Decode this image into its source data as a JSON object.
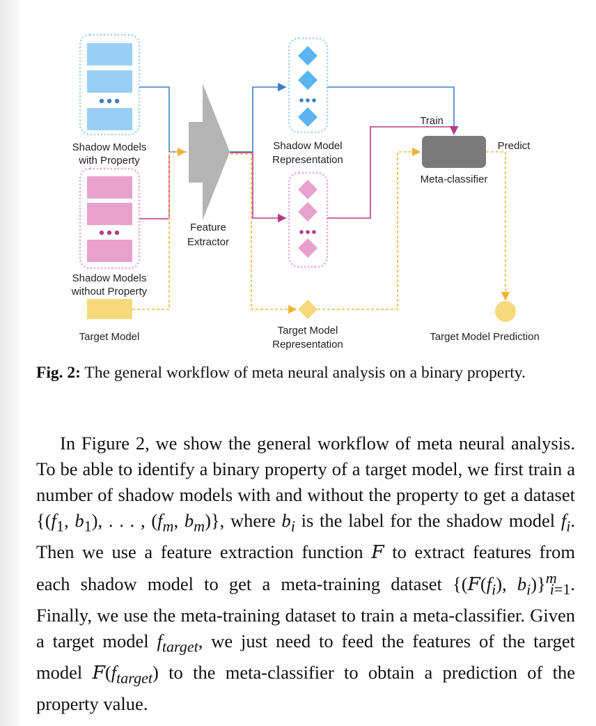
{
  "figure": {
    "labels": {
      "shadow_with": [
        "Shadow Models",
        "with Property"
      ],
      "shadow_without": [
        "Shadow Models",
        "without Property"
      ],
      "target_model": "Target Model",
      "feature_extractor": [
        "Feature",
        "Extractor"
      ],
      "shadow_repr": [
        "Shadow Model",
        "Representation"
      ],
      "target_repr": [
        "Target Model",
        "Representation"
      ],
      "train": "Train",
      "predict": "Predict",
      "meta_classifier": "Meta-classifier",
      "target_prediction": "Target Model Prediction"
    },
    "colors": {
      "blue_fill": "#99cff7",
      "blue_line": "#3a7fc4",
      "pink_fill": "#e8a0cc",
      "pink_line": "#b43c82",
      "yellow_fill": "#f5d97a",
      "yellow_line": "#f0b43c",
      "gray_fill": "#b4b4b4",
      "dark_gray": "#7a7a7a"
    }
  },
  "caption": {
    "label": "Fig. 2:",
    "text": "The general workflow of meta neural analysis on a binary property."
  },
  "paragraph": {
    "s1": "In Figure 2, we show the general workflow of meta neural analysis. To be able to identify a binary property of a target model, we first train a number of shadow models with and without the property to get a dataset ",
    "s2": ", where ",
    "s3": " is the label for the shadow model ",
    "s4": ". Then we use a feature extraction function ",
    "s5": " to extract features from each shadow model to get a meta-training dataset ",
    "s6": ". Finally, we use the meta-training dataset to train a meta-classifier. Given a target model ",
    "s7": ", we just need to feed the features of the target model ",
    "s8": " to the meta-classifier to obtain a prediction of the property value."
  }
}
